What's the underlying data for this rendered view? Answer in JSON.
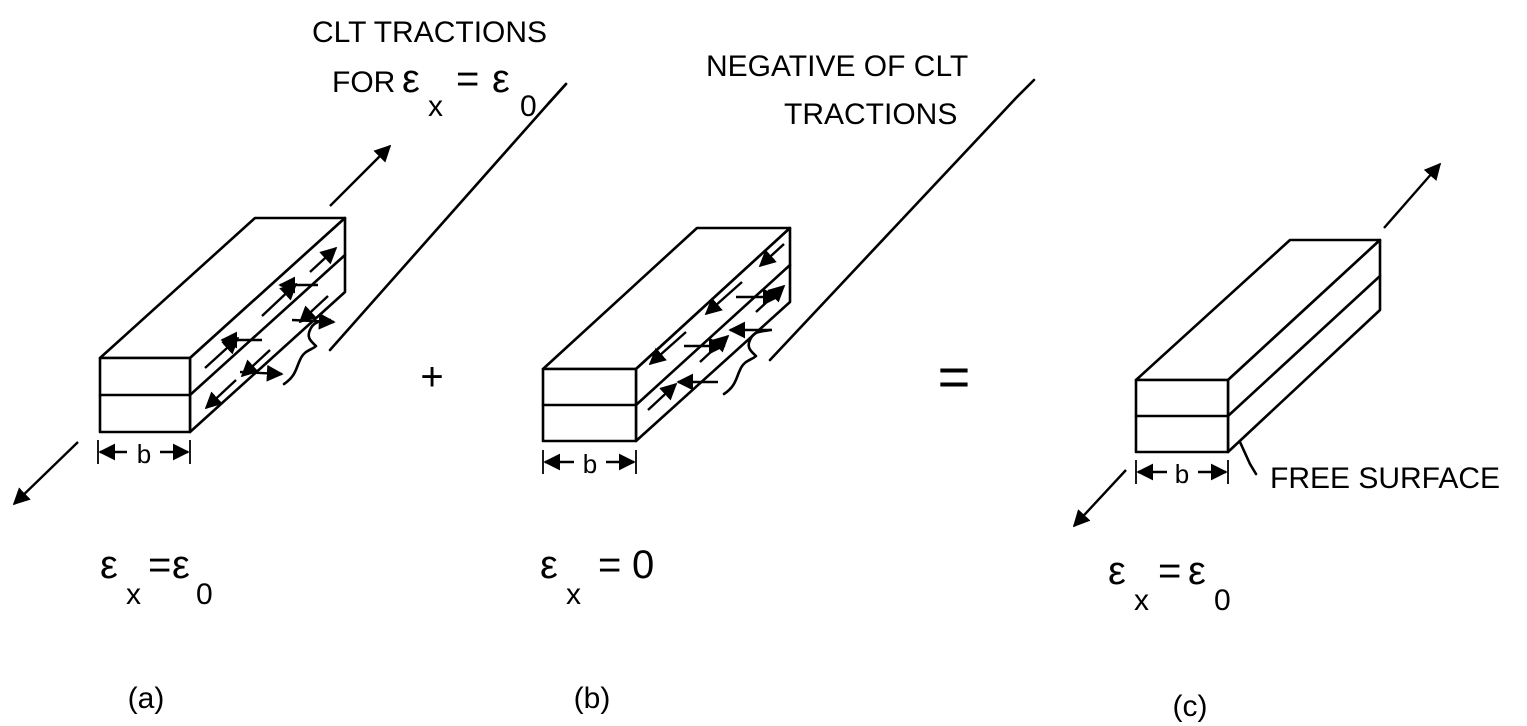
{
  "labels": {
    "clt_tractions_line1": "CLT TRACTIONS",
    "clt_tractions_line2_prefix": "FOR",
    "negative_line1": "NEGATIVE OF CLT",
    "negative_line2": "TRACTIONS",
    "free_surface": "FREE SURFACE",
    "width_symbol": "b",
    "plus": "+",
    "equals": "="
  },
  "panels": [
    {
      "caption": "(a)",
      "strain_lhs": "ε",
      "strain_sub": "x",
      "strain_eq": "=",
      "strain_rhs": "ε",
      "strain_rhs_sub": "0"
    },
    {
      "caption": "(b)",
      "strain_lhs": "ε",
      "strain_sub": "x",
      "strain_eq": "=",
      "strain_rhs": "0",
      "strain_rhs_sub": ""
    },
    {
      "caption": "(c)",
      "strain_lhs": "ε",
      "strain_sub": "x",
      "strain_eq": "=",
      "strain_rhs": "ε",
      "strain_rhs_sub": "0"
    }
  ],
  "top_formula": {
    "lhs": "ε",
    "lhs_sub": "x",
    "eq": "=",
    "rhs": "ε",
    "rhs_sub": "0"
  }
}
